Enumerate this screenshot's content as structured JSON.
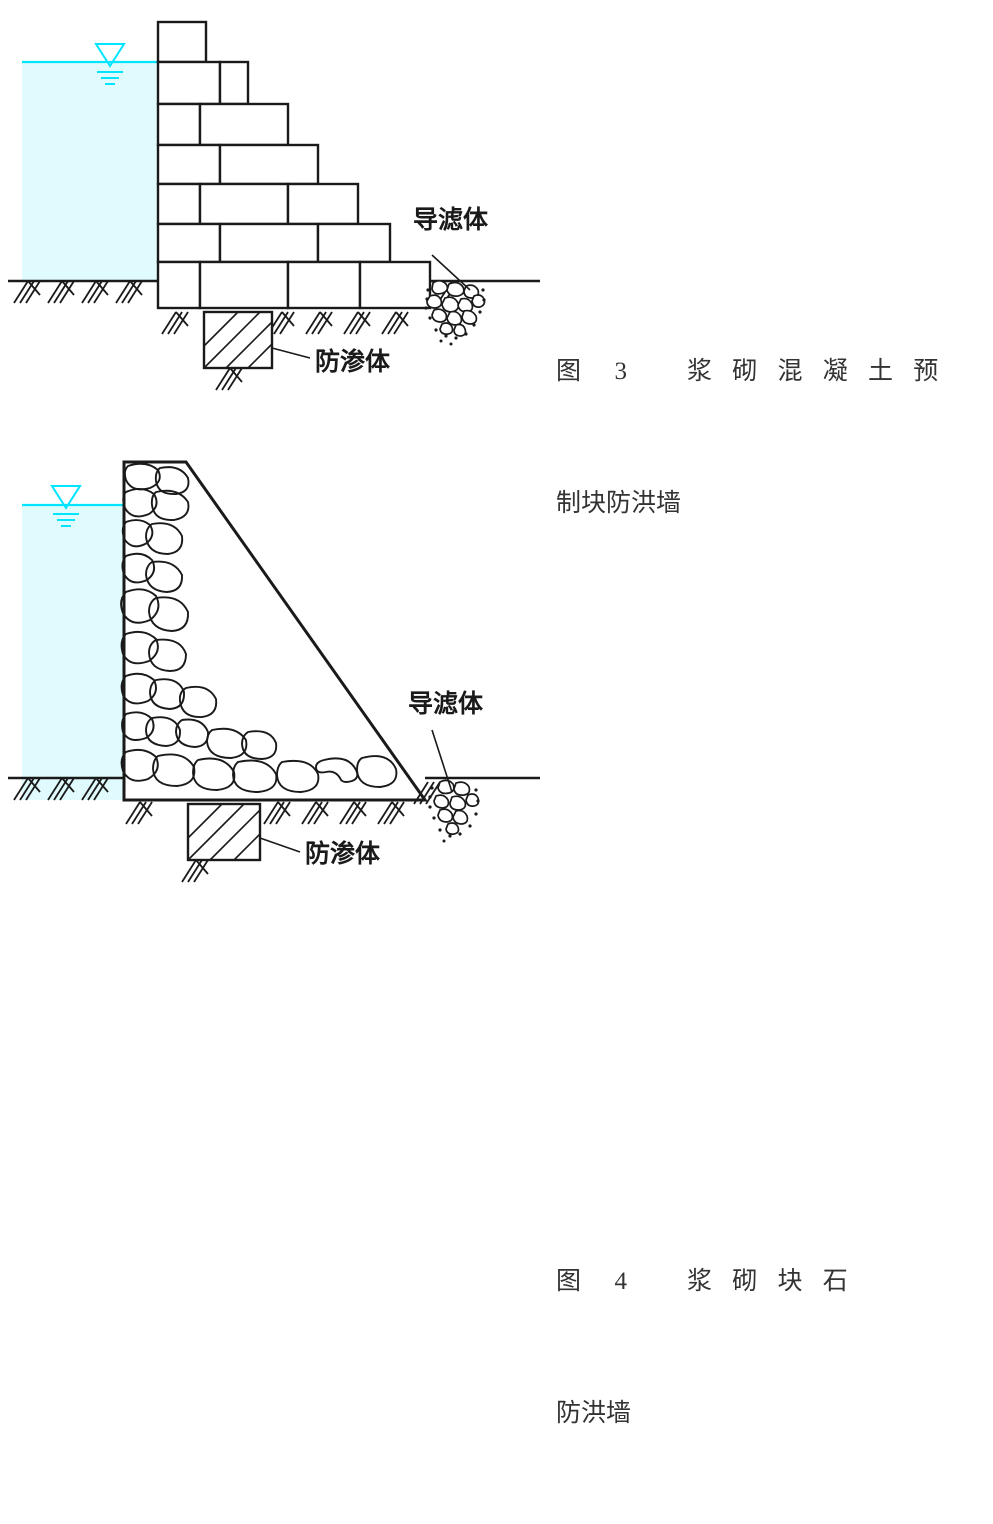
{
  "document": {
    "background_color": "#ffffff",
    "line_color": "#1a1a1a",
    "water_fill_color": "#e0fbfd",
    "water_line_color": "#00e5ff",
    "text_color": "#333333"
  },
  "figures": [
    {
      "id": "figure-3",
      "number": "3",
      "caption_prefix": "图",
      "caption_line_1": "图  3    浆 砌 混 凝 土 预",
      "caption_line_2": "制块防洪墙",
      "caption_full": "图 3  浆砌混凝土预制块防洪墙",
      "wall_type": "stepped precast concrete block wall",
      "annotations": [
        {
          "label": "导滤体",
          "role": "drainage-filter-body"
        },
        {
          "label": "防渗体",
          "role": "anti-seepage-body"
        }
      ],
      "water_level_symbol": "inverted-triangle-with-three-bars",
      "ground_line_label": "natural-ground-surface-hatching"
    },
    {
      "id": "figure-4",
      "number": "4",
      "caption_prefix": "图",
      "caption_line_1": "图  4    浆 砌 块 石",
      "caption_line_2": "防洪墙",
      "caption_full": "图 4  浆砌块石防洪墙",
      "wall_type": "mortared rubble stone gravity wall",
      "annotations": [
        {
          "label": "导滤体",
          "role": "drainage-filter-body"
        },
        {
          "label": "防渗体",
          "role": "anti-seepage-body"
        }
      ],
      "water_level_symbol": "inverted-triangle-with-three-bars",
      "ground_line_label": "natural-ground-surface-hatching"
    }
  ],
  "labels": {
    "drainage_body": "导滤体",
    "seepage_body": "防渗体"
  }
}
